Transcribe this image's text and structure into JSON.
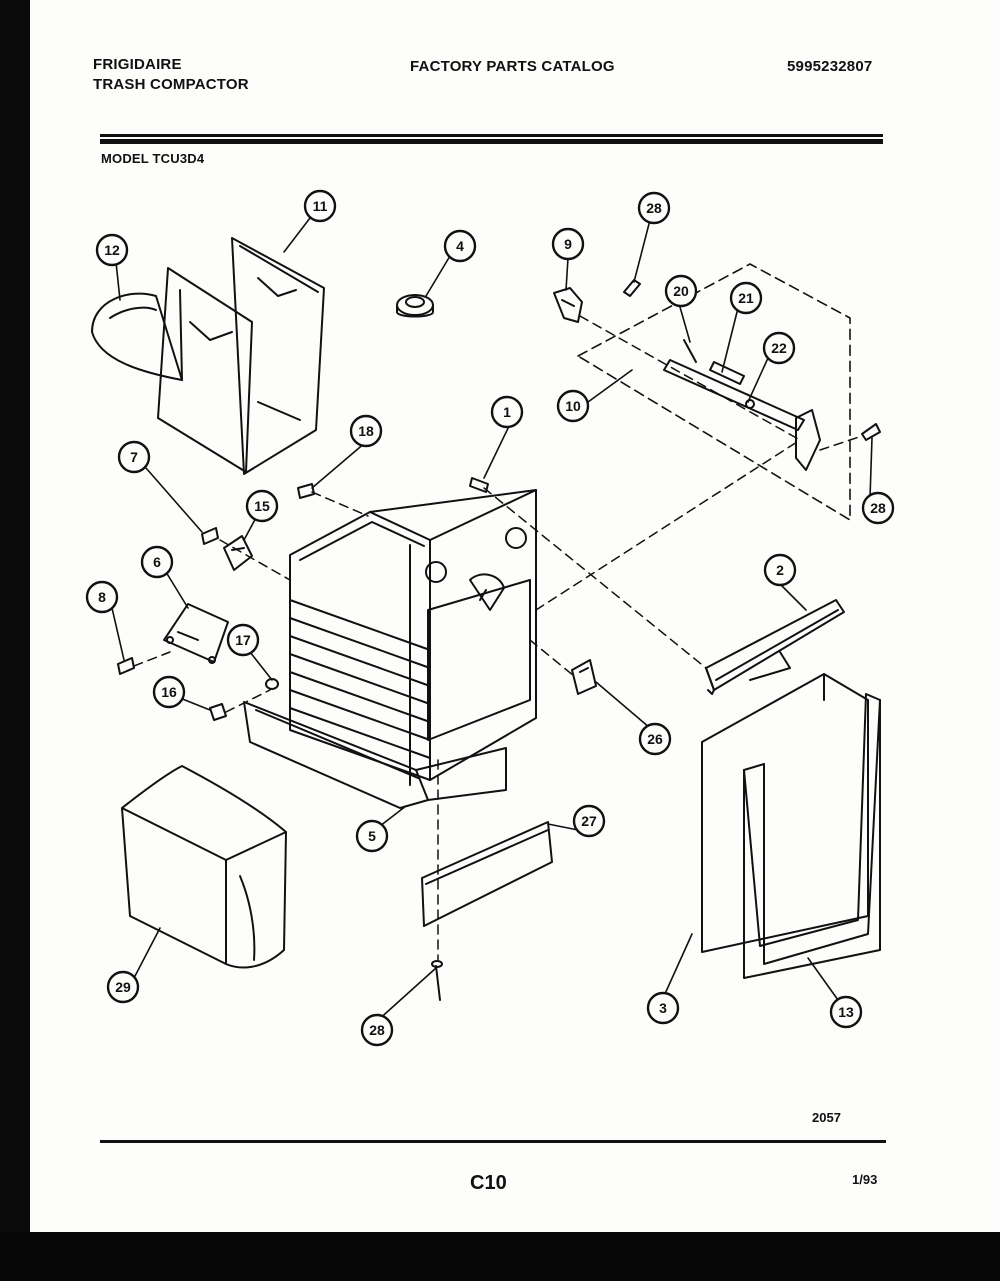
{
  "header": {
    "brand": "FRIGIDAIRE",
    "product": "TRASH COMPACTOR",
    "catalog_title": "FACTORY PARTS CATALOG",
    "catalog_number": "5995232807",
    "model": "MODEL TCU3D4"
  },
  "footer": {
    "figure_code": "2057",
    "page_label": "C10",
    "date": "1/93"
  },
  "callouts": [
    {
      "id": "c1",
      "label": "1"
    },
    {
      "id": "c2",
      "label": "2"
    },
    {
      "id": "c3",
      "label": "3"
    },
    {
      "id": "c4",
      "label": "4"
    },
    {
      "id": "c5",
      "label": "5"
    },
    {
      "id": "c6",
      "label": "6"
    },
    {
      "id": "c7",
      "label": "7"
    },
    {
      "id": "c8",
      "label": "8"
    },
    {
      "id": "c9",
      "label": "9"
    },
    {
      "id": "c10",
      "label": "10"
    },
    {
      "id": "c11",
      "label": "11"
    },
    {
      "id": "c12",
      "label": "12"
    },
    {
      "id": "c13",
      "label": "13"
    },
    {
      "id": "c15",
      "label": "15"
    },
    {
      "id": "c16",
      "label": "16"
    },
    {
      "id": "c17",
      "label": "17"
    },
    {
      "id": "c18",
      "label": "18"
    },
    {
      "id": "c20",
      "label": "20"
    },
    {
      "id": "c21",
      "label": "21"
    },
    {
      "id": "c22",
      "label": "22"
    },
    {
      "id": "c26",
      "label": "26"
    },
    {
      "id": "c27",
      "label": "27"
    },
    {
      "id": "c28a",
      "label": "28"
    },
    {
      "id": "c28b",
      "label": "28"
    },
    {
      "id": "c28c",
      "label": "28"
    },
    {
      "id": "c29",
      "label": "29"
    }
  ]
}
